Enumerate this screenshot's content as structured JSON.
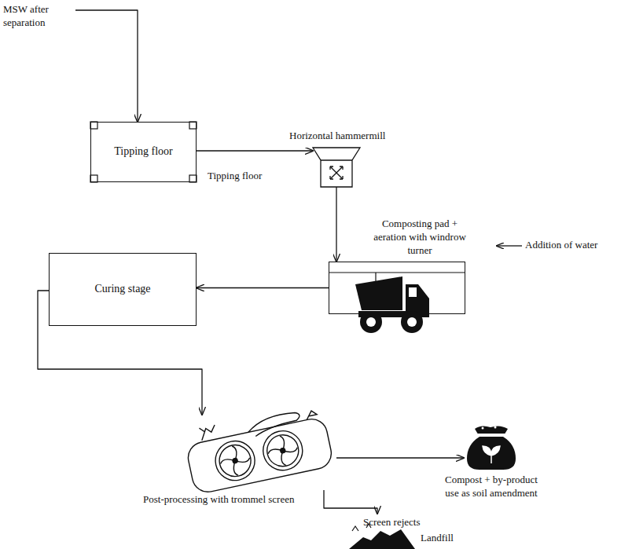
{
  "diagram": {
    "nodes": [
      {
        "text": [
          "MSW after separation"
        ]
      },
      {
        "text": [
          "Tipping floor",
          "Tipping floor"
        ]
      },
      {
        "text": [
          "Horizontal hammermill"
        ]
      },
      {
        "text": [
          "Composting pad + aeration with windrow turner"
        ]
      },
      {
        "text": [
          "Curing stage"
        ]
      },
      {
        "text": [
          "Post-processing with trommel screen"
        ]
      },
      {
        "text": [
          "Compost + by-product use as soil amendment"
        ]
      },
      {
        "text": [
          "Screen rejects",
          "Landfill"
        ]
      }
    ],
    "edges": [
      {
        "from": 0,
        "to": 1,
        "arrow": "to"
      },
      {
        "from": 1,
        "to": 2,
        "arrow": "to"
      },
      {
        "from": 2,
        "to": 3,
        "arrow": "to"
      },
      {
        "from": 3,
        "to": 4,
        "arrow": "to"
      },
      {
        "from": 4,
        "to": 5,
        "arrow": "to"
      },
      {
        "from": 5,
        "to": 6,
        "arrow": "to"
      },
      {
        "from": 5,
        "to": 7,
        "arrow": "to"
      }
    ],
    "labels": [
      "Addition of water"
    ]
  }
}
